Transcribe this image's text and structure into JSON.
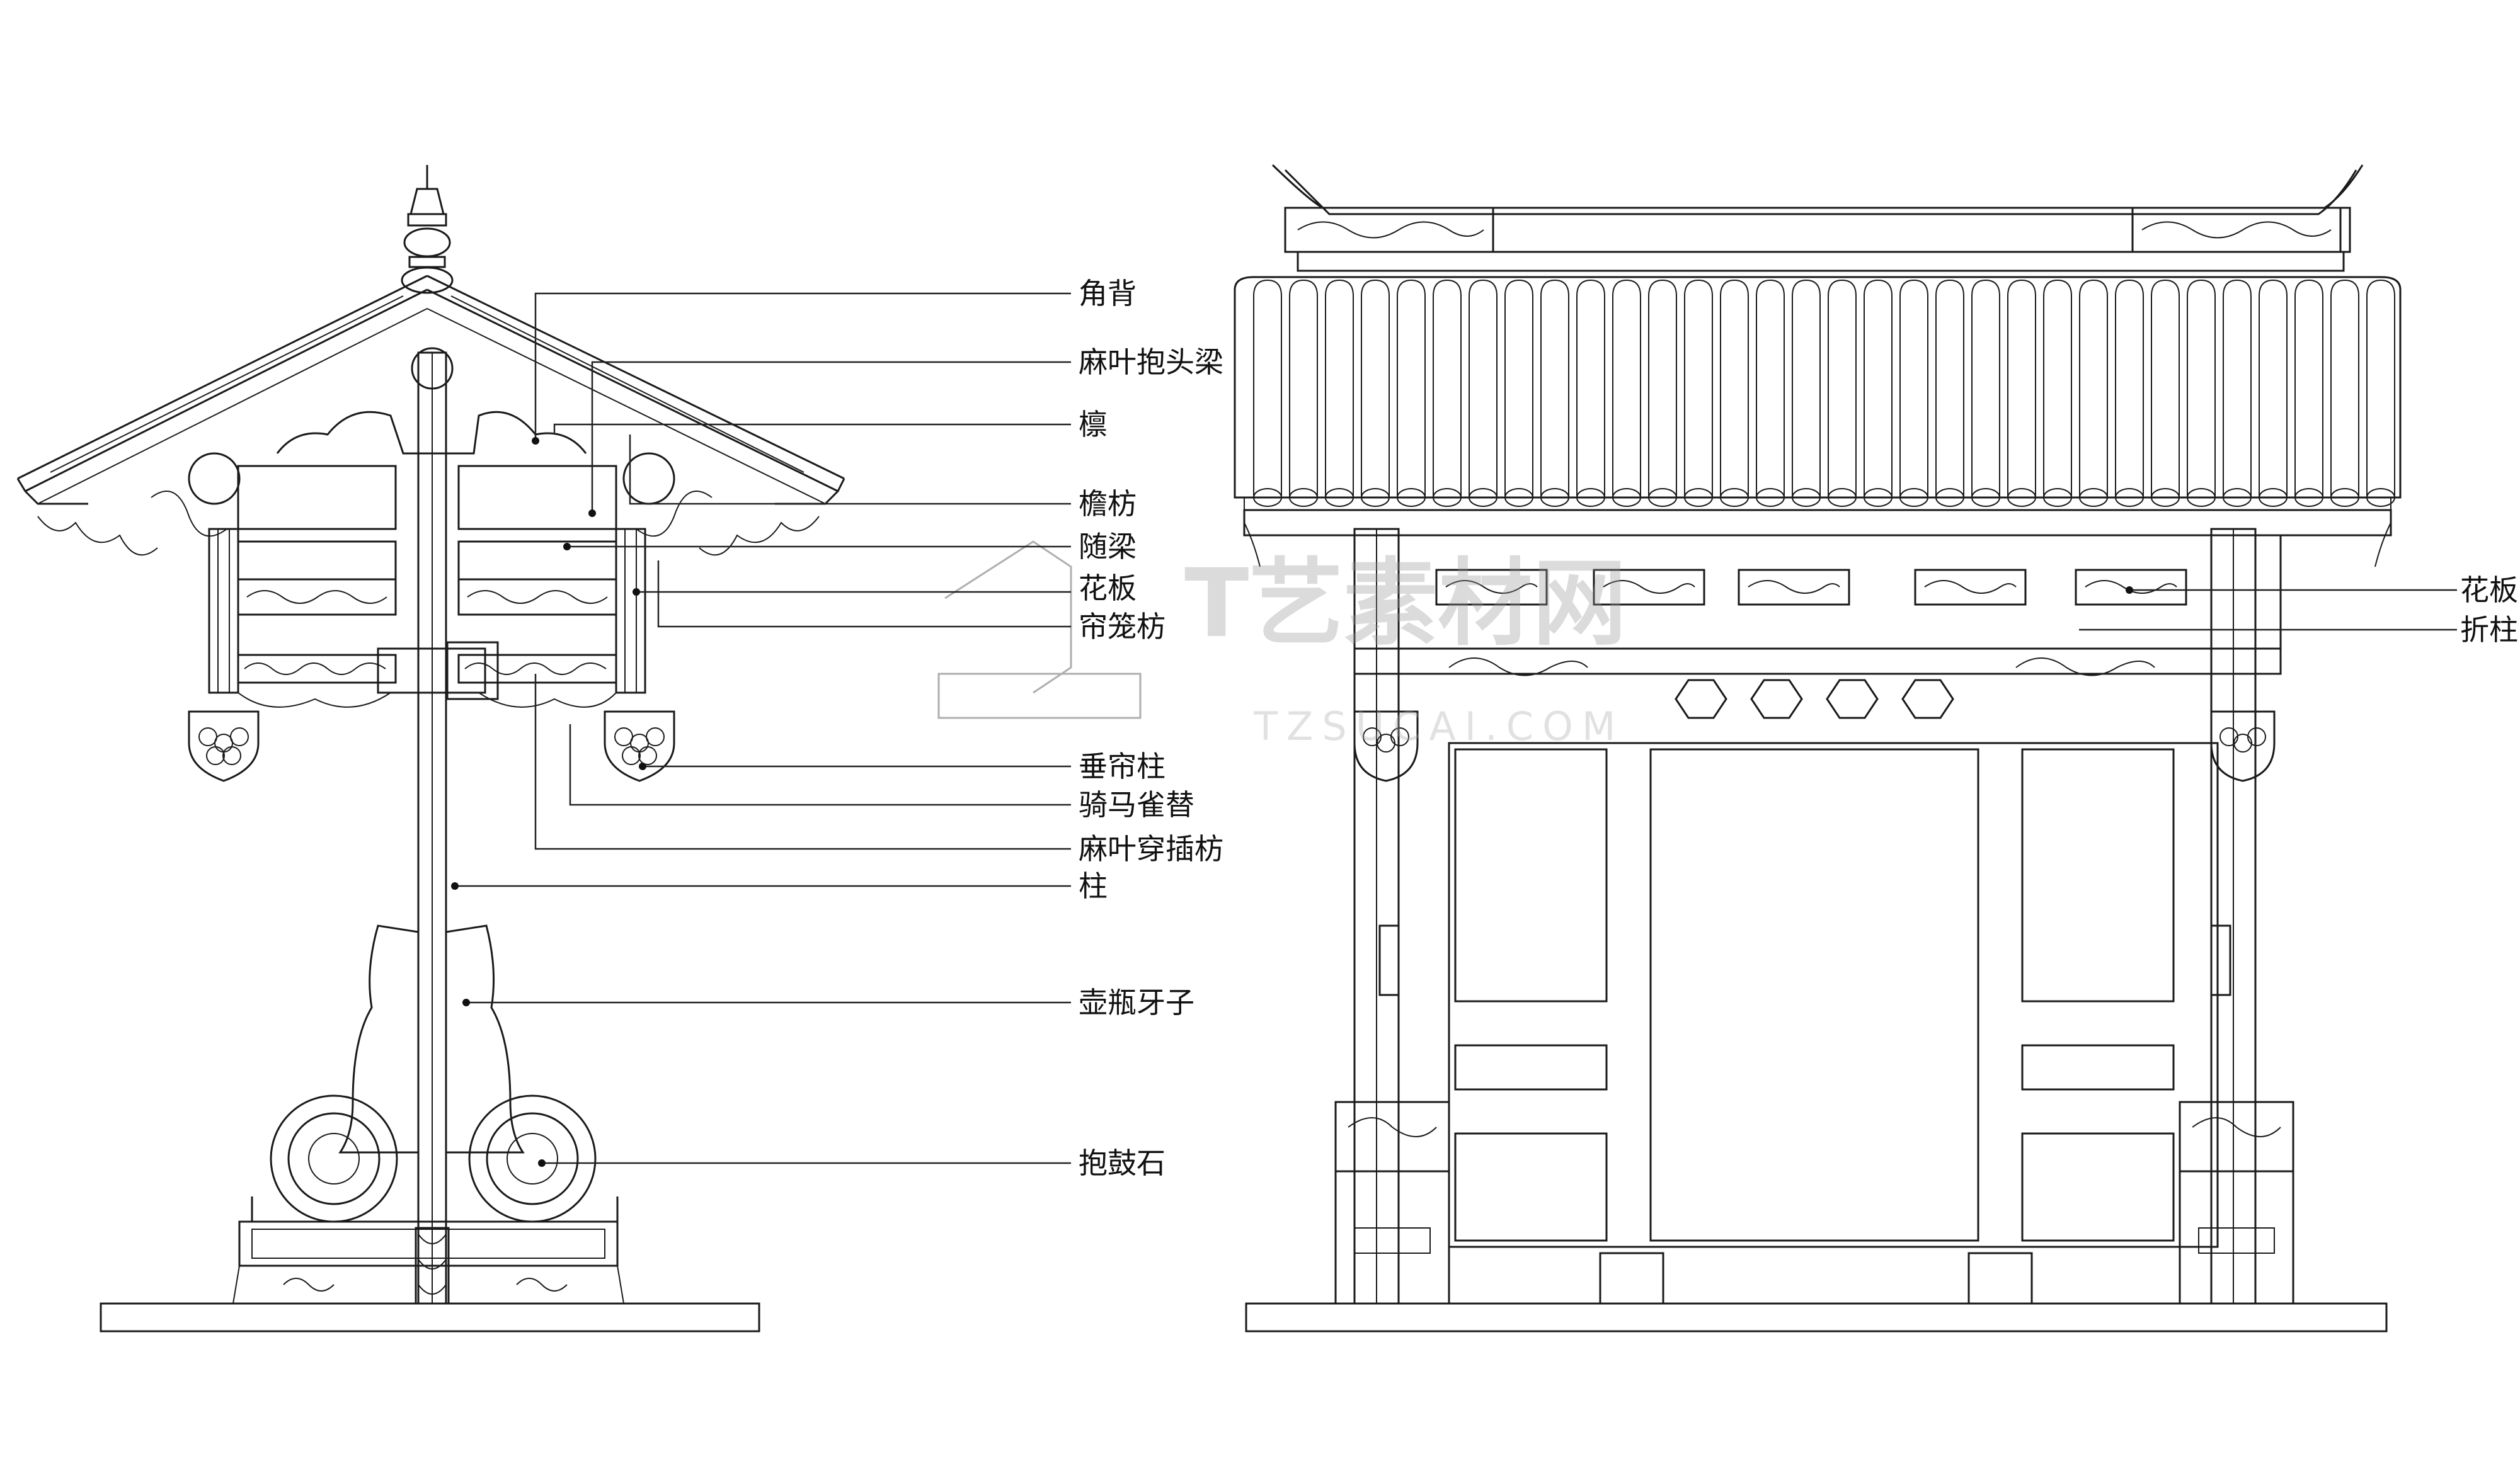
{
  "side_view": {
    "labels": [
      {
        "id": "jiaobei",
        "text": "角背"
      },
      {
        "id": "maye-baotoulian",
        "text": "麻叶抱头梁"
      },
      {
        "id": "lin",
        "text": "檩"
      },
      {
        "id": "yanfang",
        "text": "檐枋"
      },
      {
        "id": "suiliang",
        "text": "随梁"
      },
      {
        "id": "huaban",
        "text": "花板"
      },
      {
        "id": "lianlongfang",
        "text": "帘笼枋"
      },
      {
        "id": "chuilianzhu",
        "text": "垂帘柱"
      },
      {
        "id": "qimaqueti",
        "text": "骑马雀替"
      },
      {
        "id": "maye-chuanchafang",
        "text": "麻叶穿插枋"
      },
      {
        "id": "zhu",
        "text": "柱"
      },
      {
        "id": "hupingyazi",
        "text": "壶瓶牙子"
      },
      {
        "id": "baogushi",
        "text": "抱鼓石"
      }
    ]
  },
  "front_view": {
    "labels": [
      {
        "id": "huaban",
        "text": "花板"
      },
      {
        "id": "zhezhu",
        "text": "折柱"
      }
    ]
  },
  "watermark": {
    "brand": "T艺素材网",
    "url": "TZSUCAI.COM"
  }
}
